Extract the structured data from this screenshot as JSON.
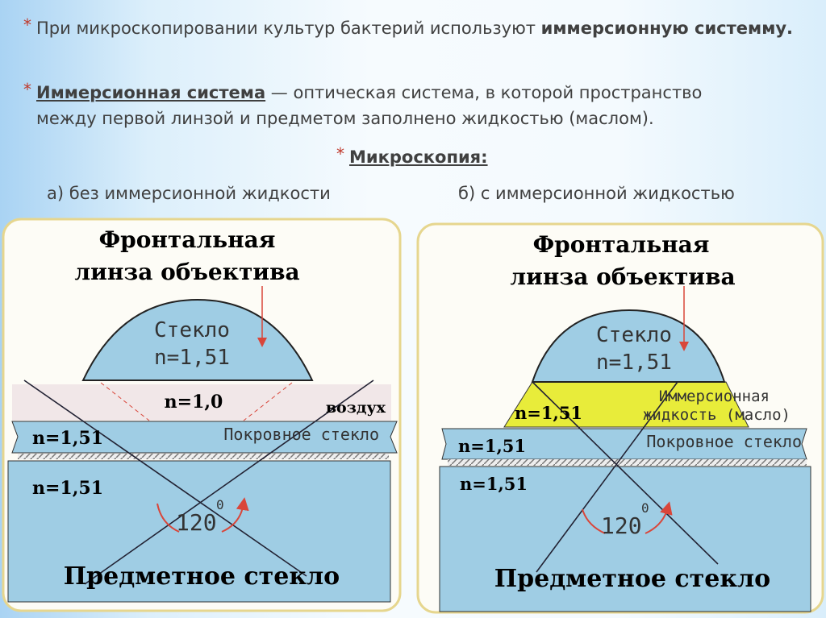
{
  "bullets": [
    {
      "text": "При микроскопировании  культур бактерий используют ",
      "bold": "иммерсионную системму."
    },
    {
      "term": "Иммерсионная система",
      "text": " — оптическая система, в которой пространство",
      "text2": "между первой линзой и предметом заполнено жидкостью (маслом)."
    },
    {
      "term": "Микроскопия:"
    }
  ],
  "captions": {
    "a": "а) без иммерсионной жидкости",
    "b": "б)  с иммерсионной жидкостью"
  },
  "diagram_a": {
    "title1": "Фронтальная",
    "title2": "линза объектива",
    "lens": "Стекло",
    "lens_n": "n=1,51",
    "air_n": "n=1,0",
    "air": "воздух",
    "cover_n": "n=1,51",
    "cover": "Покровное стекло",
    "slide_n": "n=1,51",
    "angle": "120",
    "angle_sup": "0",
    "slide": "Предметное стекло"
  },
  "diagram_b": {
    "title1": "Фронтальная",
    "title2": "линза объектива",
    "lens": "Стекло",
    "lens_n": "n=1,51",
    "oil_n": "n=1,51",
    "oil1": "Иммерсионная",
    "oil2": "жидкость (масло)",
    "cover_n": "n=1,51",
    "cover": "Покровное стекло",
    "slide_n": "n=1,51",
    "angle": "120",
    "angle_sup": "0",
    "slide": "Предметное стекло"
  },
  "colors": {
    "glass": "#9fcde4",
    "oil": "#e8ec3a",
    "air": "#f1e7e8",
    "star": "#c0392b",
    "border": "#e6d68e"
  }
}
